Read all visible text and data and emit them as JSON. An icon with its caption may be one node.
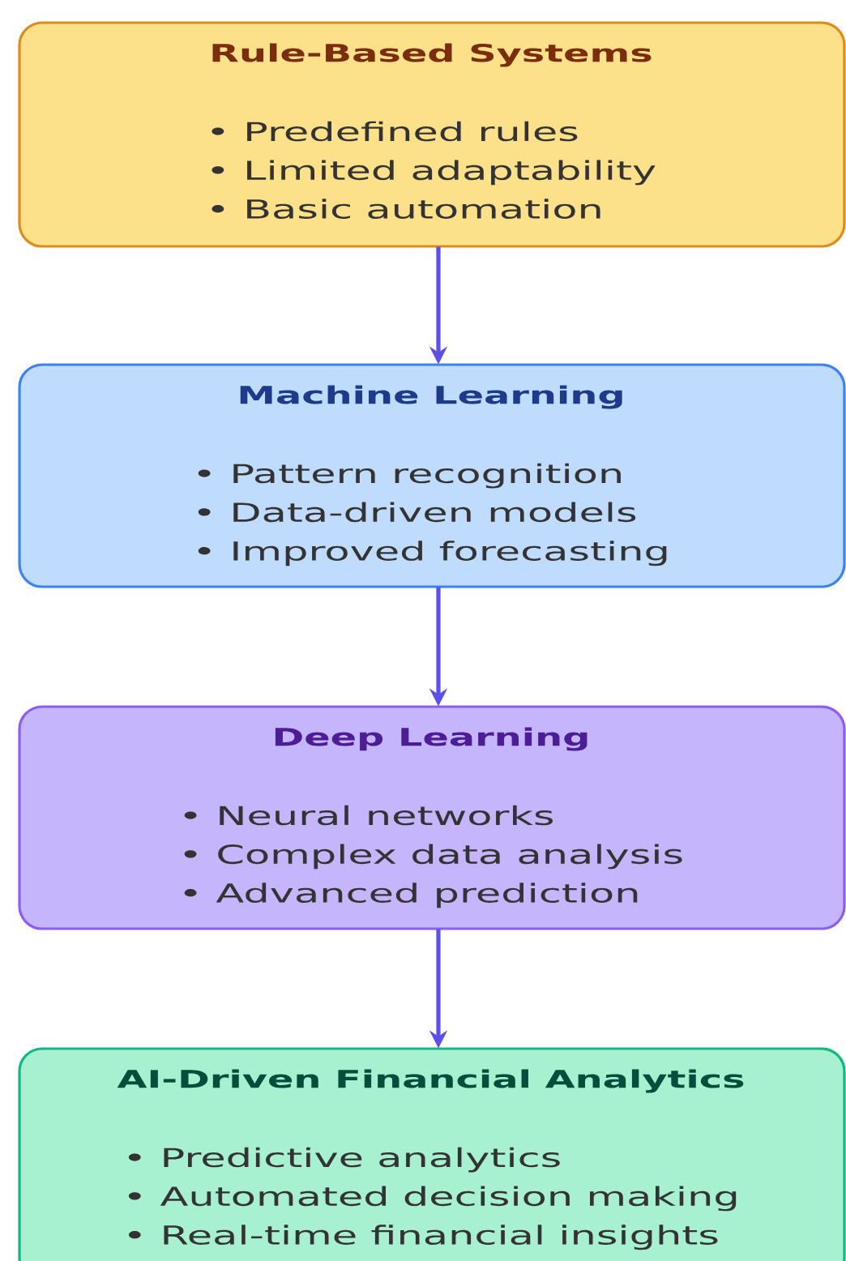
{
  "diagram": {
    "nodes": [
      {
        "text": [
          "Rule-Based Systems",
          "• Predefined rules",
          "• Limited adaptability",
          "• Basic automation"
        ]
      },
      {
        "text": [
          "Machine Learning",
          "• Pattern recognition",
          "• Data-driven models",
          "• Improved forecasting"
        ]
      },
      {
        "text": [
          "Deep Learning",
          "• Neural networks",
          "• Complex data analysis",
          "• Advanced prediction"
        ]
      },
      {
        "text": [
          "AI-Driven Financial Analytics",
          "• Predictive analytics",
          "• Automated decision making",
          "• Real-time financial insights"
        ]
      }
    ],
    "edges": [
      {
        "from": 0,
        "to": 1,
        "arrow": "to"
      },
      {
        "from": 1,
        "to": 2,
        "arrow": "to"
      },
      {
        "from": 2,
        "to": 3,
        "arrow": "to"
      }
    ]
  }
}
